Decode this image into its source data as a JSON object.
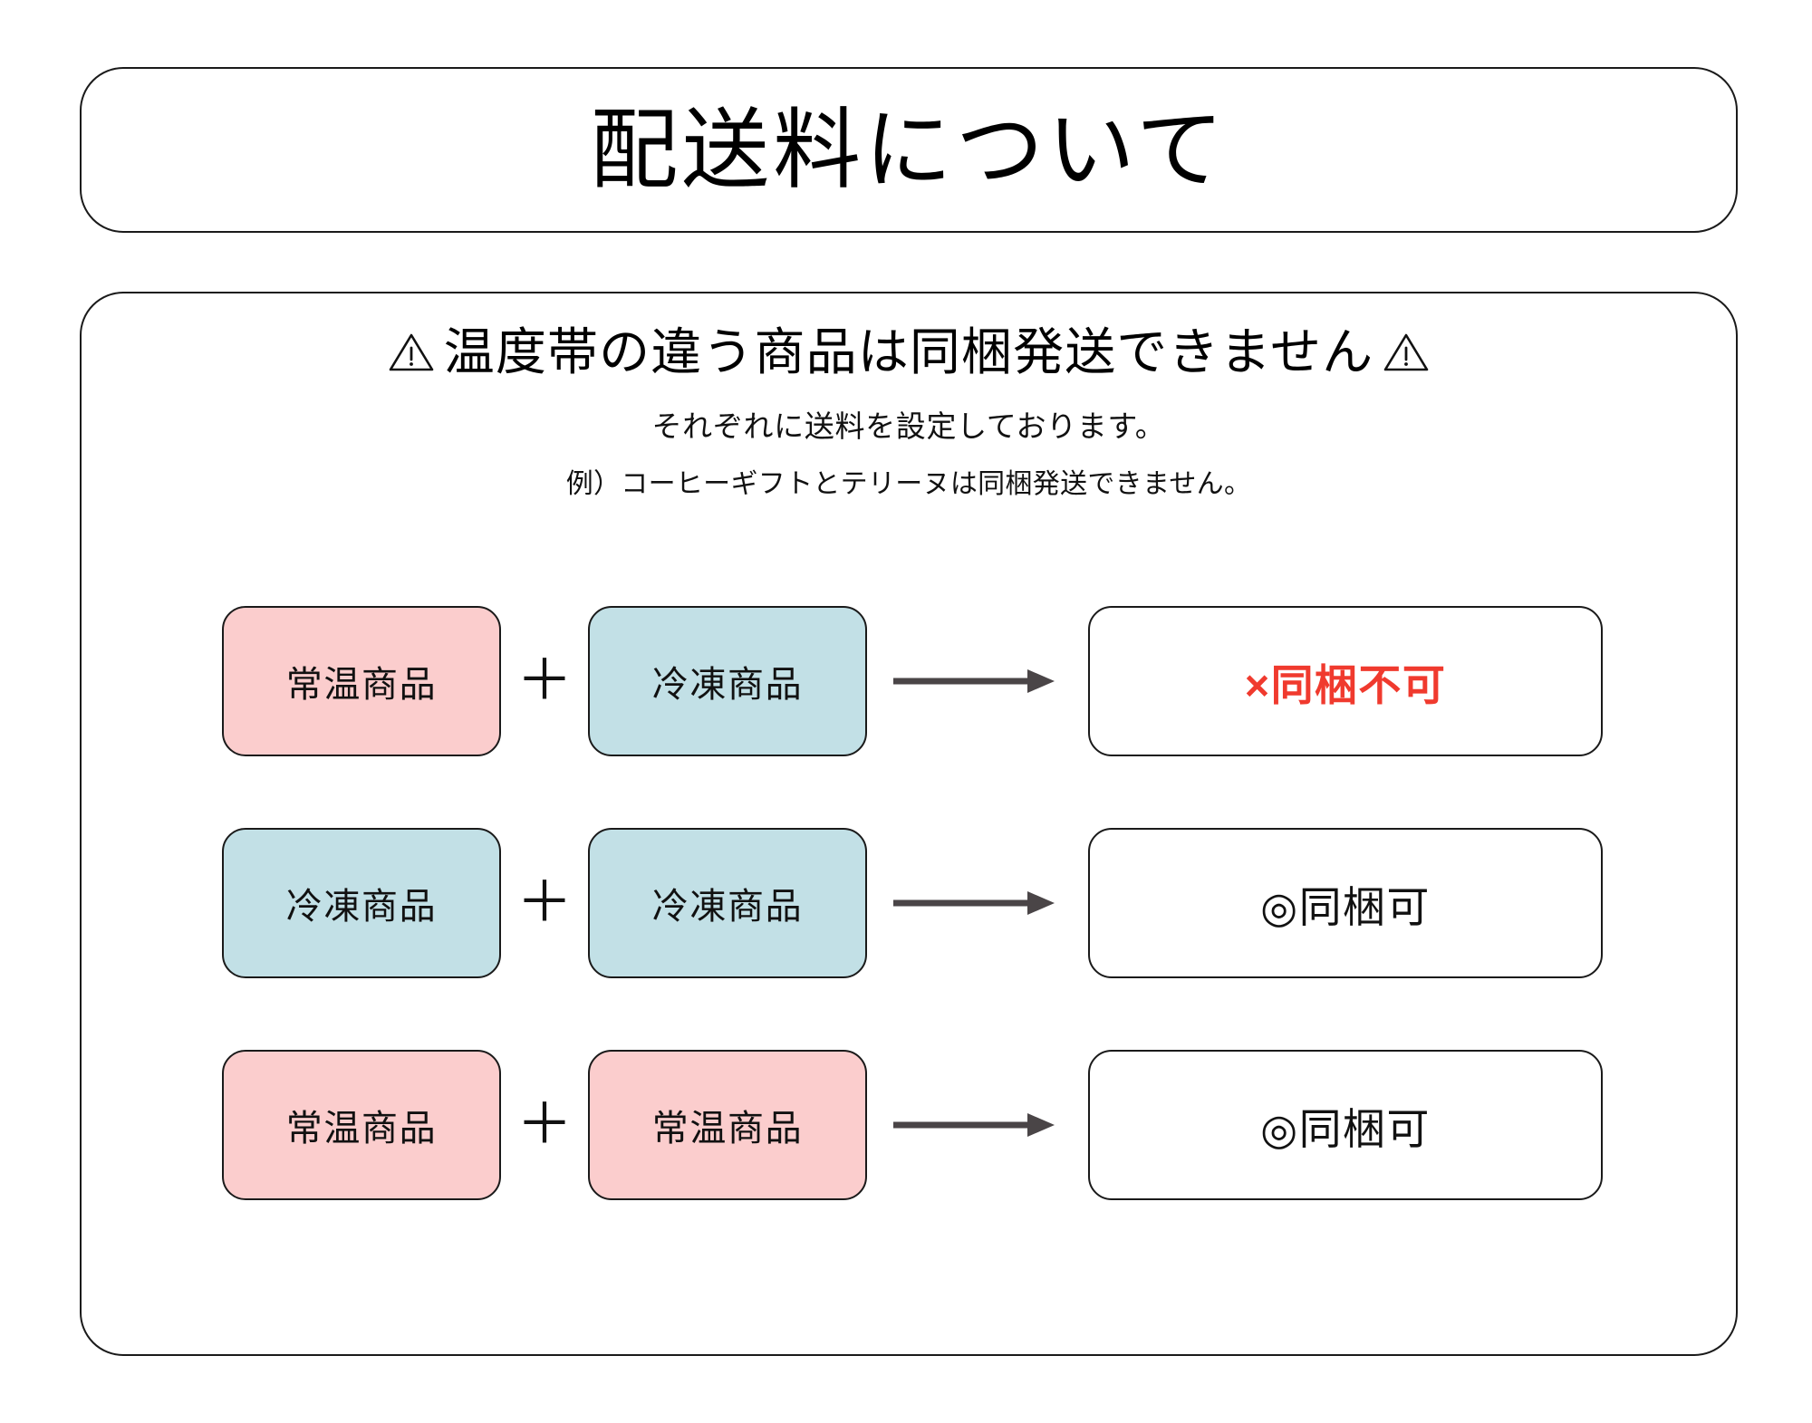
{
  "title": {
    "text": "配送料について"
  },
  "notice": {
    "warn_icon_left": "warning-triangle-icon",
    "warn_icon_right": "warning-triangle-icon",
    "headline": "温度帯の違う商品は同梱発送できません",
    "subline": "それぞれに送料を設定しております。",
    "example": "例）コーヒーギフトとテリーヌは同梱発送できません。"
  },
  "colors": {
    "warm_fill": "#FBCDCD",
    "frozen_fill": "#C2E0E6",
    "outline": "#1a1a1a",
    "deny_text": "#F03A2E",
    "allow_text": "#111111",
    "arrow": "#4a4547"
  },
  "labels": {
    "warm": "常温商品",
    "frozen": "冷凍商品",
    "plus": "＋",
    "deny": "×同梱不可",
    "allow": "◎同梱可"
  },
  "rows": [
    {
      "left": "常温商品",
      "left_kind": "warm",
      "operator": "＋",
      "right": "冷凍商品",
      "right_kind": "frozen",
      "arrow": "arrow-right-icon",
      "result": "×同梱不可",
      "result_kind": "deny"
    },
    {
      "left": "冷凍商品",
      "left_kind": "frozen",
      "operator": "＋",
      "right": "冷凍商品",
      "right_kind": "frozen",
      "arrow": "arrow-right-icon",
      "result": "◎同梱可",
      "result_kind": "allow"
    },
    {
      "left": "常温商品",
      "left_kind": "warm",
      "operator": "＋",
      "right": "常温商品",
      "right_kind": "warm",
      "arrow": "arrow-right-icon",
      "result": "◎同梱可",
      "result_kind": "allow"
    }
  ]
}
